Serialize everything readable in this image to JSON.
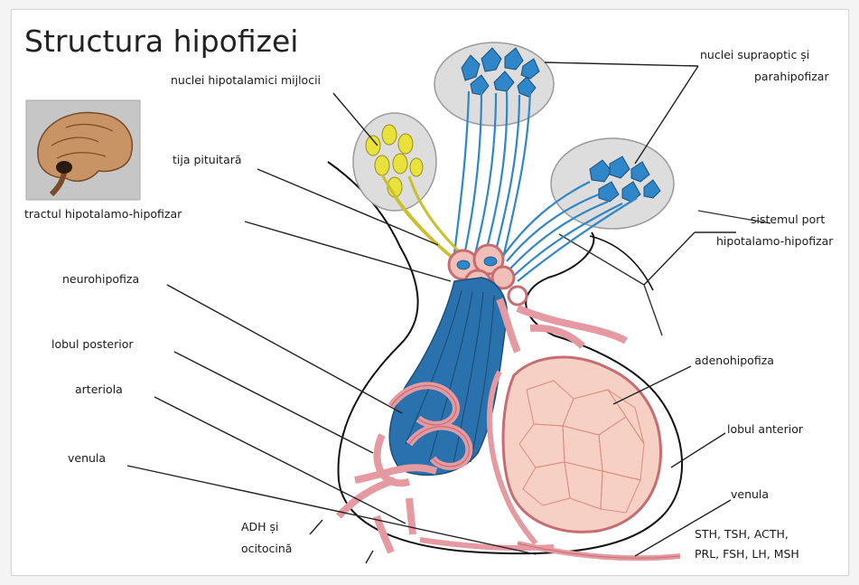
{
  "title": "Structura hipofizei",
  "labels": {
    "nuclei_hipotalamici": "nuclei hipotalamici mijlocii",
    "tija": "tija pituitară",
    "tractul": "tractul hipotalamo-hipofizar",
    "neurohipofiza": "neurohipofiza",
    "lobul_posterior": "lobul posterior",
    "arteriola": "arteriola",
    "venula_left": "venula",
    "adh_line1": "ADH și",
    "adh_line2": "ocitocină",
    "supraoptic_line1": "nuclei supraoptic și",
    "supraoptic_line2": "parahipofizar",
    "sistemul_line1": "sistemul port",
    "sistemul_line2": "hipotalamo-hipofizar",
    "adenohipofiza": "adenohipofiza",
    "lobul_anterior": "lobul anterior",
    "venula_right": "venula",
    "hormones_line1": "STH, TSH, ACTH,",
    "hormones_line2": "PRL, FSH, LH, MSH"
  },
  "colors": {
    "neuron_blue": "#2f86c8",
    "neuron_dark": "#1d4f7a",
    "neuron_yellow": "#e9e23c",
    "vessel_pink": "#f0a6a8",
    "vessel_stroke": "#c76d72",
    "gland_pink": "#f6d0c2",
    "nucleus_bg": "#dcdcdc",
    "brain_thumb_bg": "#c8c8c8"
  }
}
